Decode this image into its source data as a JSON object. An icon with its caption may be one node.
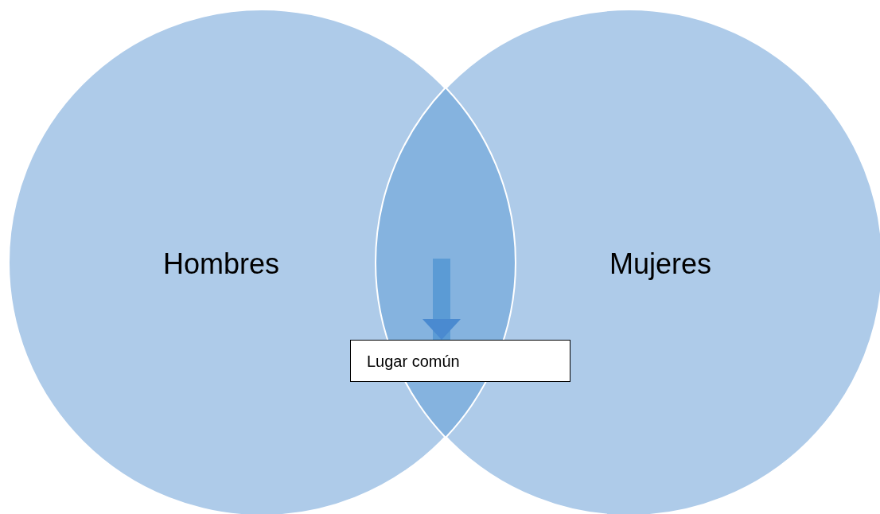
{
  "diagram": {
    "nodes": [
      {
        "text": [
          "Hombres"
        ]
      },
      {
        "text": [
          "Mujeres"
        ]
      },
      {
        "text": [
          "Lugar común"
        ]
      }
    ],
    "edges": [
      {
        "from": null,
        "to": 2,
        "arrow": "to"
      }
    ]
  }
}
